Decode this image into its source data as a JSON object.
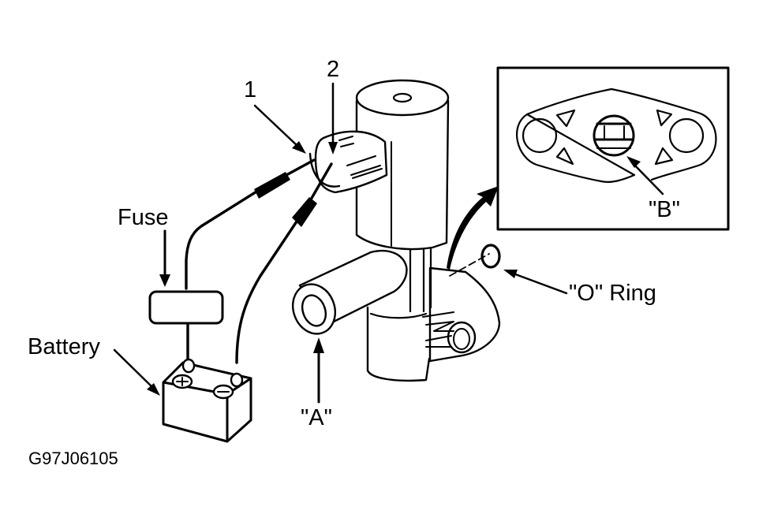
{
  "figure": {
    "code": "G97J06105",
    "labels": {
      "pin_1": "1",
      "pin_2": "2",
      "fuse": "Fuse",
      "battery": "Battery",
      "port_a": "\"A\"",
      "port_b": "\"B\"",
      "o_ring": "\"O\" Ring"
    },
    "battery_terminals": {
      "positive": "+",
      "negative": "−"
    },
    "colors": {
      "ink": "#000000",
      "background": "#ffffff"
    }
  }
}
